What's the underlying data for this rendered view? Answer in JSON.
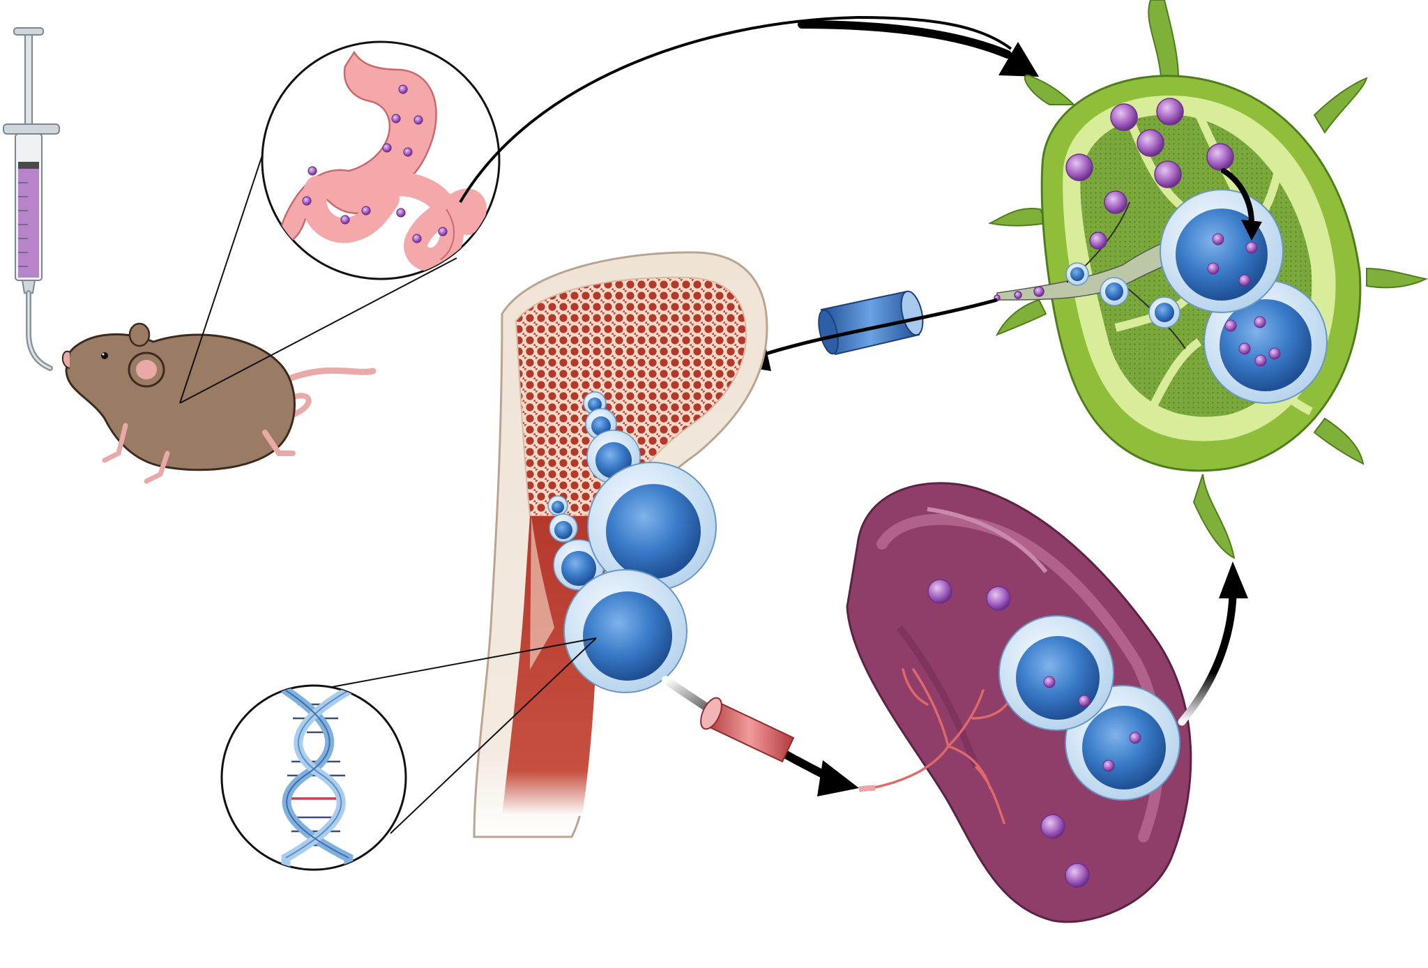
{
  "figure": {
    "title": "",
    "caption": "",
    "stages": [
      {
        "key": "oral-gavage"
      },
      {
        "key": "gut-uptake"
      },
      {
        "key": "lymph-node"
      },
      {
        "key": "bone-marrow"
      },
      {
        "key": "dna-damage"
      },
      {
        "key": "spleen"
      }
    ]
  },
  "colors": {
    "arrow": "#000000",
    "outline": "#111111",
    "particle": "#9b59b6",
    "particle_dark": "#6c2f8c",
    "cell_blue": "#3a7bc8",
    "cell_blue_dark": "#1f4f94",
    "cell_halo": "#d6e8f7",
    "stomach": "#f4a8aa",
    "mouse": "#9a7b63",
    "syringe_fluid": "#b783c9",
    "node_green": "#8fbf3a",
    "node_light": "#d9ec9a",
    "node_dark": "#4f7d1c",
    "bone": "#efe3d6",
    "bone_edge": "#b9a48f",
    "marrow_red": "#b5382c",
    "spleen": "#8e3e69",
    "spleen_light": "#b96b93",
    "vessel_blue": "#3a73c4",
    "vessel_red": "#e0686a",
    "dna_blue": "#7fb0de",
    "dna_red": "#d23a4f"
  },
  "icons": [
    "syringe-icon",
    "mouse-icon",
    "stomach-icon",
    "lymph-node-icon",
    "bone-icon",
    "dna-icon",
    "spleen-icon",
    "vessel-icon"
  ]
}
